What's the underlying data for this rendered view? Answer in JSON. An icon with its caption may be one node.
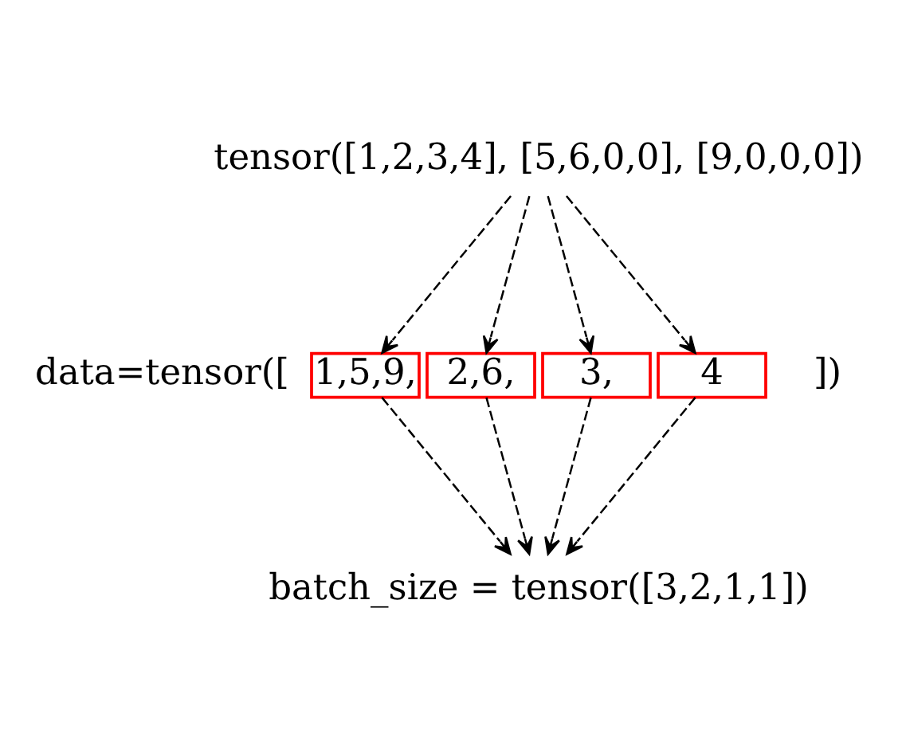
{
  "diagram": {
    "nodes": [
      {
        "text": [
          "tensor([1,2,3,4], [5,6,0,0], [9,0,0,0])"
        ]
      },
      {
        "text": [
          "1,5,9,"
        ]
      },
      {
        "text": [
          "2,6,"
        ]
      },
      {
        "text": [
          "3,"
        ]
      },
      {
        "text": [
          "4"
        ]
      },
      {
        "text": [
          "batch_size = tensor([3,2,1,1])"
        ]
      }
    ],
    "edges": [
      {
        "from": 0,
        "to": 1,
        "arrow": "to",
        "style": "dashed"
      },
      {
        "from": 0,
        "to": 2,
        "arrow": "to",
        "style": "dashed"
      },
      {
        "from": 0,
        "to": 3,
        "arrow": "to",
        "style": "dashed"
      },
      {
        "from": 0,
        "to": 4,
        "arrow": "to",
        "style": "dashed"
      },
      {
        "from": 1,
        "to": 5,
        "arrow": "to",
        "style": "dashed"
      },
      {
        "from": 2,
        "to": 5,
        "arrow": "to",
        "style": "dashed"
      },
      {
        "from": 3,
        "to": 5,
        "arrow": "to",
        "style": "dashed"
      },
      {
        "from": 4,
        "to": 5,
        "arrow": "to",
        "style": "dashed"
      }
    ],
    "labels": [
      "data=tensor([",
      "])"
    ]
  }
}
